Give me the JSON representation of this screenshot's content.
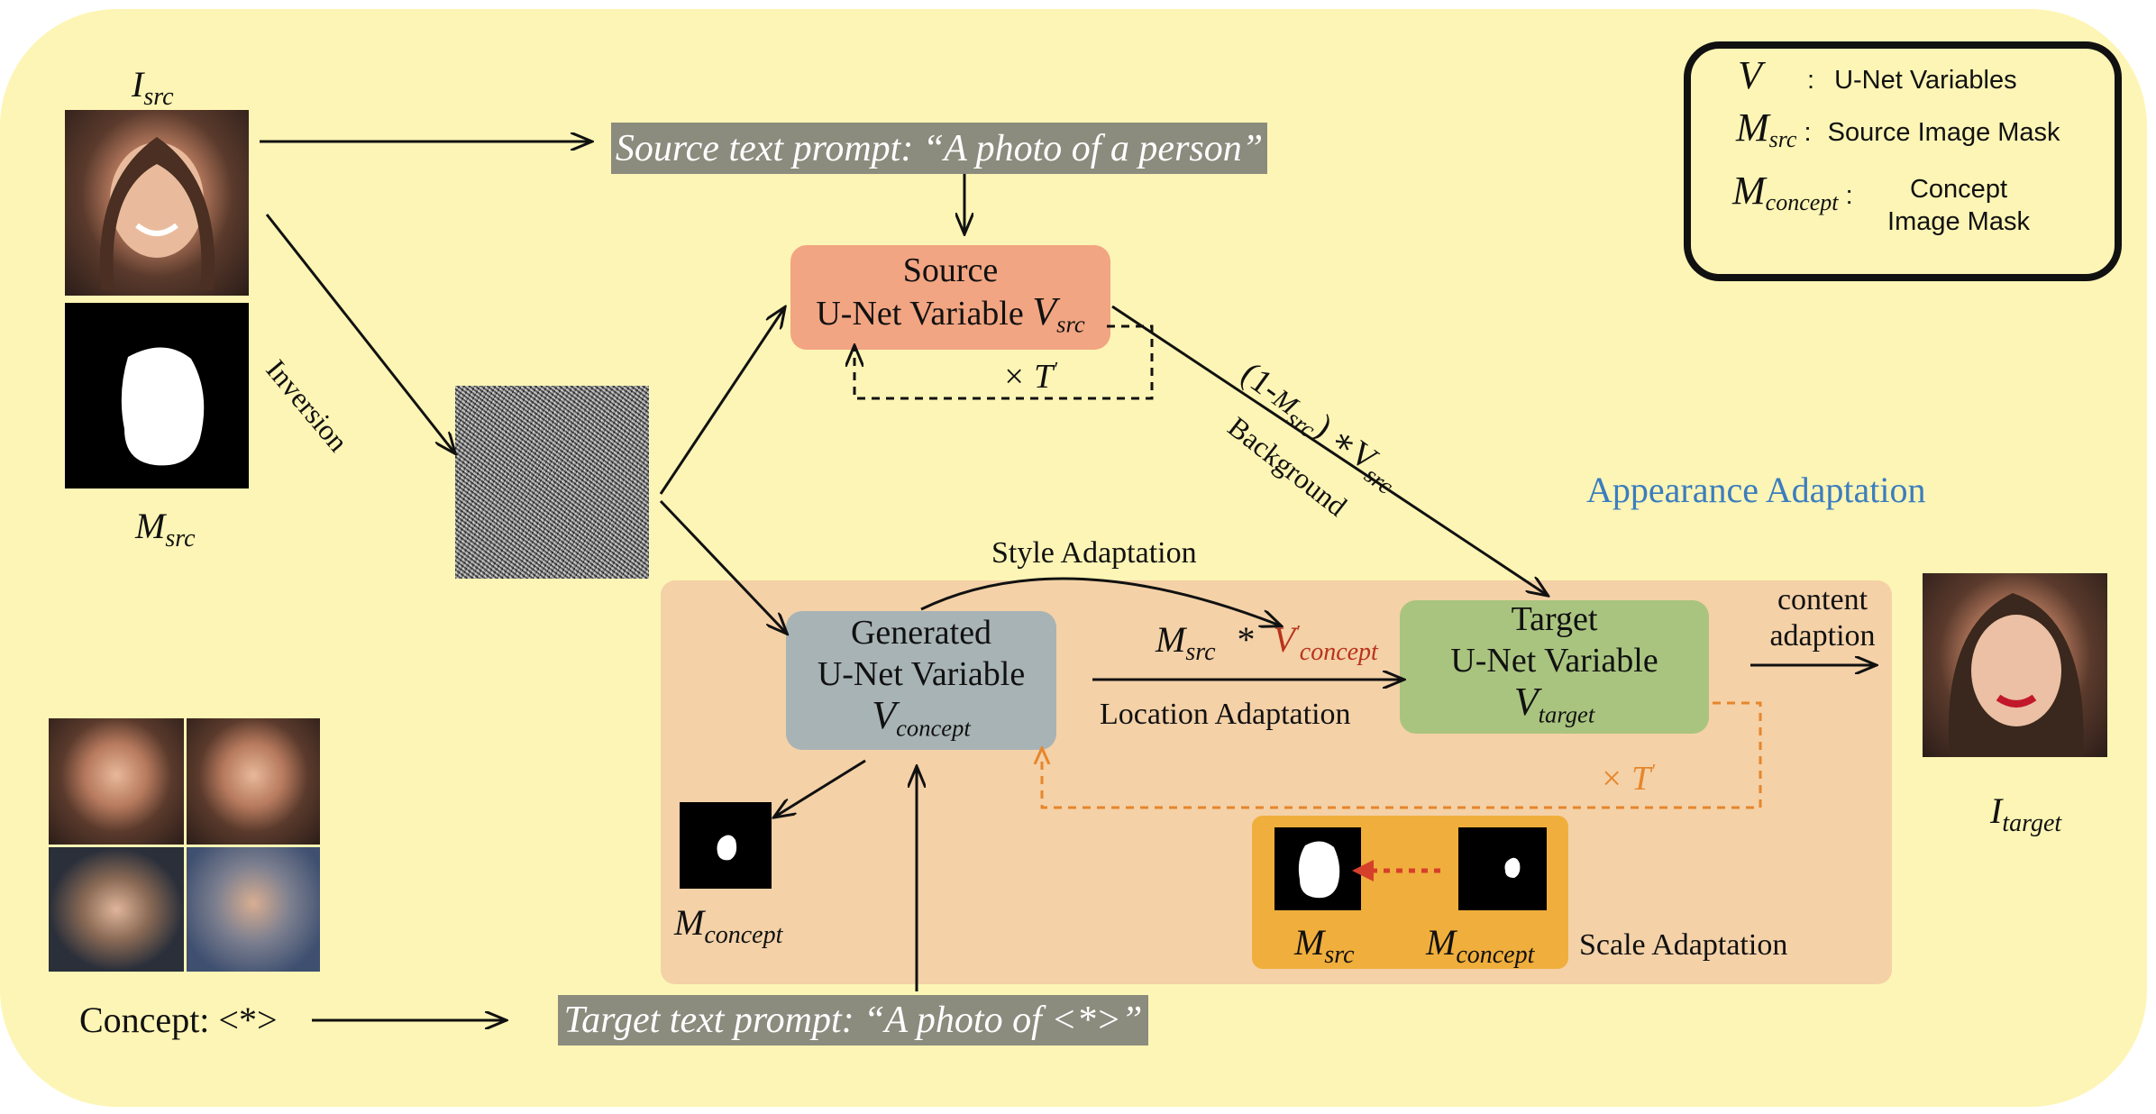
{
  "labels": {
    "i_src": {
      "base": "I",
      "sub": "src"
    },
    "m_src_left": {
      "base": "M",
      "sub": "src"
    },
    "inversion": "Inversion",
    "source_prompt": "Source text prompt: “A photo of a person”",
    "target_prompt": "Target text prompt: “A photo of <*>”",
    "concept": "Concept: <*>",
    "background": "Background",
    "style_adaptation": "Style Adaptation",
    "location_adaptation": "Location Adaptation",
    "scale_adaptation": "Scale Adaptation",
    "content_adaption_line1": "content",
    "content_adaption_line2": "adaption",
    "appearance_adaptation": "Appearance Adaptation",
    "i_target": {
      "base": "I",
      "sub": "target"
    },
    "m_concept_left": {
      "base": "M",
      "sub": "concept"
    },
    "m_src_scale": {
      "base": "M",
      "sub": "src"
    },
    "m_concept_scale": {
      "base": "M",
      "sub": "concept"
    },
    "times_t_top": "× T",
    "times_t_prime": "′",
    "times_t_bottom": "× T",
    "bg_formula_left": "(1-",
    "bg_formula_m": "M",
    "bg_formula_msub": "src",
    "bg_formula_right": ") ∗V",
    "bg_formula_vsub": "src",
    "loc_m": "M",
    "loc_msub": "src",
    "loc_star": "*",
    "loc_v": "V",
    "loc_vprime": "′",
    "loc_vsub": "concept"
  },
  "nodes": {
    "source": {
      "line1": "Source",
      "line2": "U-Net Variable ",
      "sym": "V",
      "sub": "src",
      "color": "#f2a582"
    },
    "generated": {
      "line1": "Generated",
      "line2": "U-Net Variable",
      "sym": "V",
      "sub": "concept",
      "color": "#a8b3b5"
    },
    "target": {
      "line1": "Target",
      "line2": "U-Net Variable",
      "sym": "V",
      "sub": "target",
      "color": "#a9c47f"
    }
  },
  "legend": [
    {
      "sym": "V",
      "sub": "",
      "sep": ":",
      "desc": "U-Net Variables"
    },
    {
      "sym": "M",
      "sub": "src",
      "sep": ":",
      "desc": "Source Image Mask"
    },
    {
      "sym": "M",
      "sub": "concept",
      "sep": ":",
      "desc": "Concept Image Mask"
    }
  ],
  "colors": {
    "panel": "#fdf5b5",
    "adaptation_panel": "#f4d1a7",
    "scale_box": "#f0ae3c",
    "appearance_text": "#3b7dbf",
    "concept_red": "#b8331c",
    "orange_dashed": "#e6862c",
    "red_arrow": "#d6402a"
  }
}
